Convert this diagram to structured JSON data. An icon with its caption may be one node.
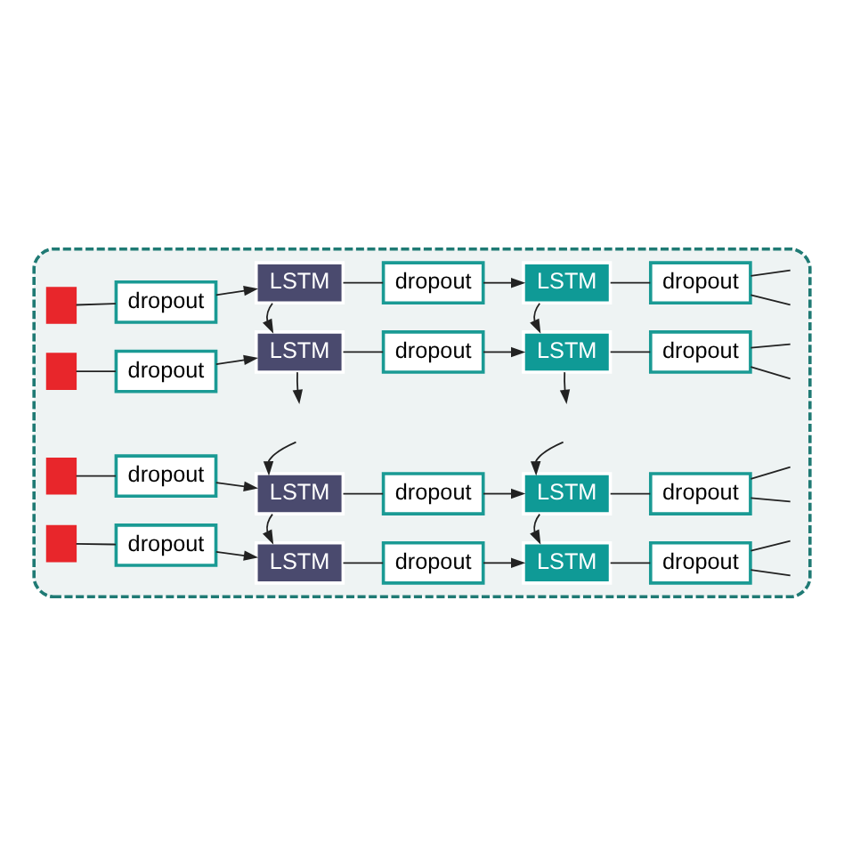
{
  "diagram": {
    "nodes": [
      {
        "text": [],
        "shape": "box"
      },
      {
        "text": [],
        "shape": "box",
        "in": 0
      },
      {
        "text": [
          "dropout"
        ],
        "in": 0
      },
      {
        "text": [
          "LSTM"
        ],
        "in": 0
      },
      {
        "text": [
          "dropout"
        ],
        "in": 0
      },
      {
        "text": [
          "LSTM"
        ],
        "in": 0
      },
      {
        "text": [
          "dropout"
        ],
        "in": 0
      },
      {
        "text": [],
        "shape": "box",
        "in": 0
      },
      {
        "text": [
          "dropout"
        ],
        "in": 0
      },
      {
        "text": [
          "LSTM"
        ],
        "in": 0
      },
      {
        "text": [
          "dropout"
        ],
        "in": 0
      },
      {
        "text": [
          "LSTM"
        ],
        "in": 0
      },
      {
        "text": [
          "dropout"
        ],
        "in": 0
      },
      {
        "text": [],
        "shape": "box",
        "in": 0
      },
      {
        "text": [
          "dropout"
        ],
        "in": 0
      },
      {
        "text": [
          "LSTM"
        ],
        "in": 0
      },
      {
        "text": [
          "dropout"
        ],
        "in": 0
      },
      {
        "text": [
          "LSTM"
        ],
        "in": 0
      },
      {
        "text": [
          "dropout"
        ],
        "in": 0
      },
      {
        "text": [],
        "shape": "box",
        "in": 0
      },
      {
        "text": [
          "dropout"
        ],
        "in": 0
      },
      {
        "text": [
          "LSTM"
        ],
        "in": 0
      },
      {
        "text": [
          "dropout"
        ],
        "in": 0
      },
      {
        "text": [
          "LSTM"
        ],
        "in": 0
      },
      {
        "text": [
          "dropout"
        ],
        "in": 0
      }
    ],
    "edges": [
      {
        "from": 1,
        "to": 2,
        "arrow": "none"
      },
      {
        "from": 2,
        "to": 3,
        "arrow": "to"
      },
      {
        "from": 3,
        "to": 4,
        "arrow": "none"
      },
      {
        "from": 4,
        "to": 5,
        "arrow": "to"
      },
      {
        "from": 5,
        "to": 6,
        "arrow": "none"
      },
      {
        "from": 6,
        "to": null,
        "arrow": "none"
      },
      {
        "from": 6,
        "to": null,
        "arrow": "none"
      },
      {
        "from": 7,
        "to": 8,
        "arrow": "none"
      },
      {
        "from": 8,
        "to": 9,
        "arrow": "to"
      },
      {
        "from": 9,
        "to": 10,
        "arrow": "none"
      },
      {
        "from": 10,
        "to": 11,
        "arrow": "to"
      },
      {
        "from": 11,
        "to": 12,
        "arrow": "none"
      },
      {
        "from": 12,
        "to": null,
        "arrow": "none"
      },
      {
        "from": 12,
        "to": null,
        "arrow": "none"
      },
      {
        "from": 13,
        "to": 14,
        "arrow": "none"
      },
      {
        "from": 14,
        "to": 15,
        "arrow": "to"
      },
      {
        "from": 15,
        "to": 16,
        "arrow": "none"
      },
      {
        "from": 16,
        "to": 17,
        "arrow": "to"
      },
      {
        "from": 17,
        "to": 18,
        "arrow": "none"
      },
      {
        "from": 18,
        "to": null,
        "arrow": "none"
      },
      {
        "from": 18,
        "to": null,
        "arrow": "none"
      },
      {
        "from": 19,
        "to": 20,
        "arrow": "none"
      },
      {
        "from": 20,
        "to": 21,
        "arrow": "to"
      },
      {
        "from": 21,
        "to": 22,
        "arrow": "none"
      },
      {
        "from": 22,
        "to": 23,
        "arrow": "to"
      },
      {
        "from": 23,
        "to": 24,
        "arrow": "none"
      },
      {
        "from": 24,
        "to": null,
        "arrow": "none"
      },
      {
        "from": 24,
        "to": null,
        "arrow": "none"
      },
      {
        "from": 3,
        "to": 9,
        "arrow": "to"
      },
      {
        "from": 9,
        "to": null,
        "arrow": "to"
      },
      {
        "from": null,
        "to": 15,
        "arrow": "to"
      },
      {
        "from": 15,
        "to": 21,
        "arrow": "to"
      },
      {
        "from": 5,
        "to": 11,
        "arrow": "to"
      },
      {
        "from": 11,
        "to": null,
        "arrow": "to"
      },
      {
        "from": null,
        "to": 17,
        "arrow": "to"
      },
      {
        "from": 17,
        "to": 23,
        "arrow": "to"
      }
    ]
  }
}
